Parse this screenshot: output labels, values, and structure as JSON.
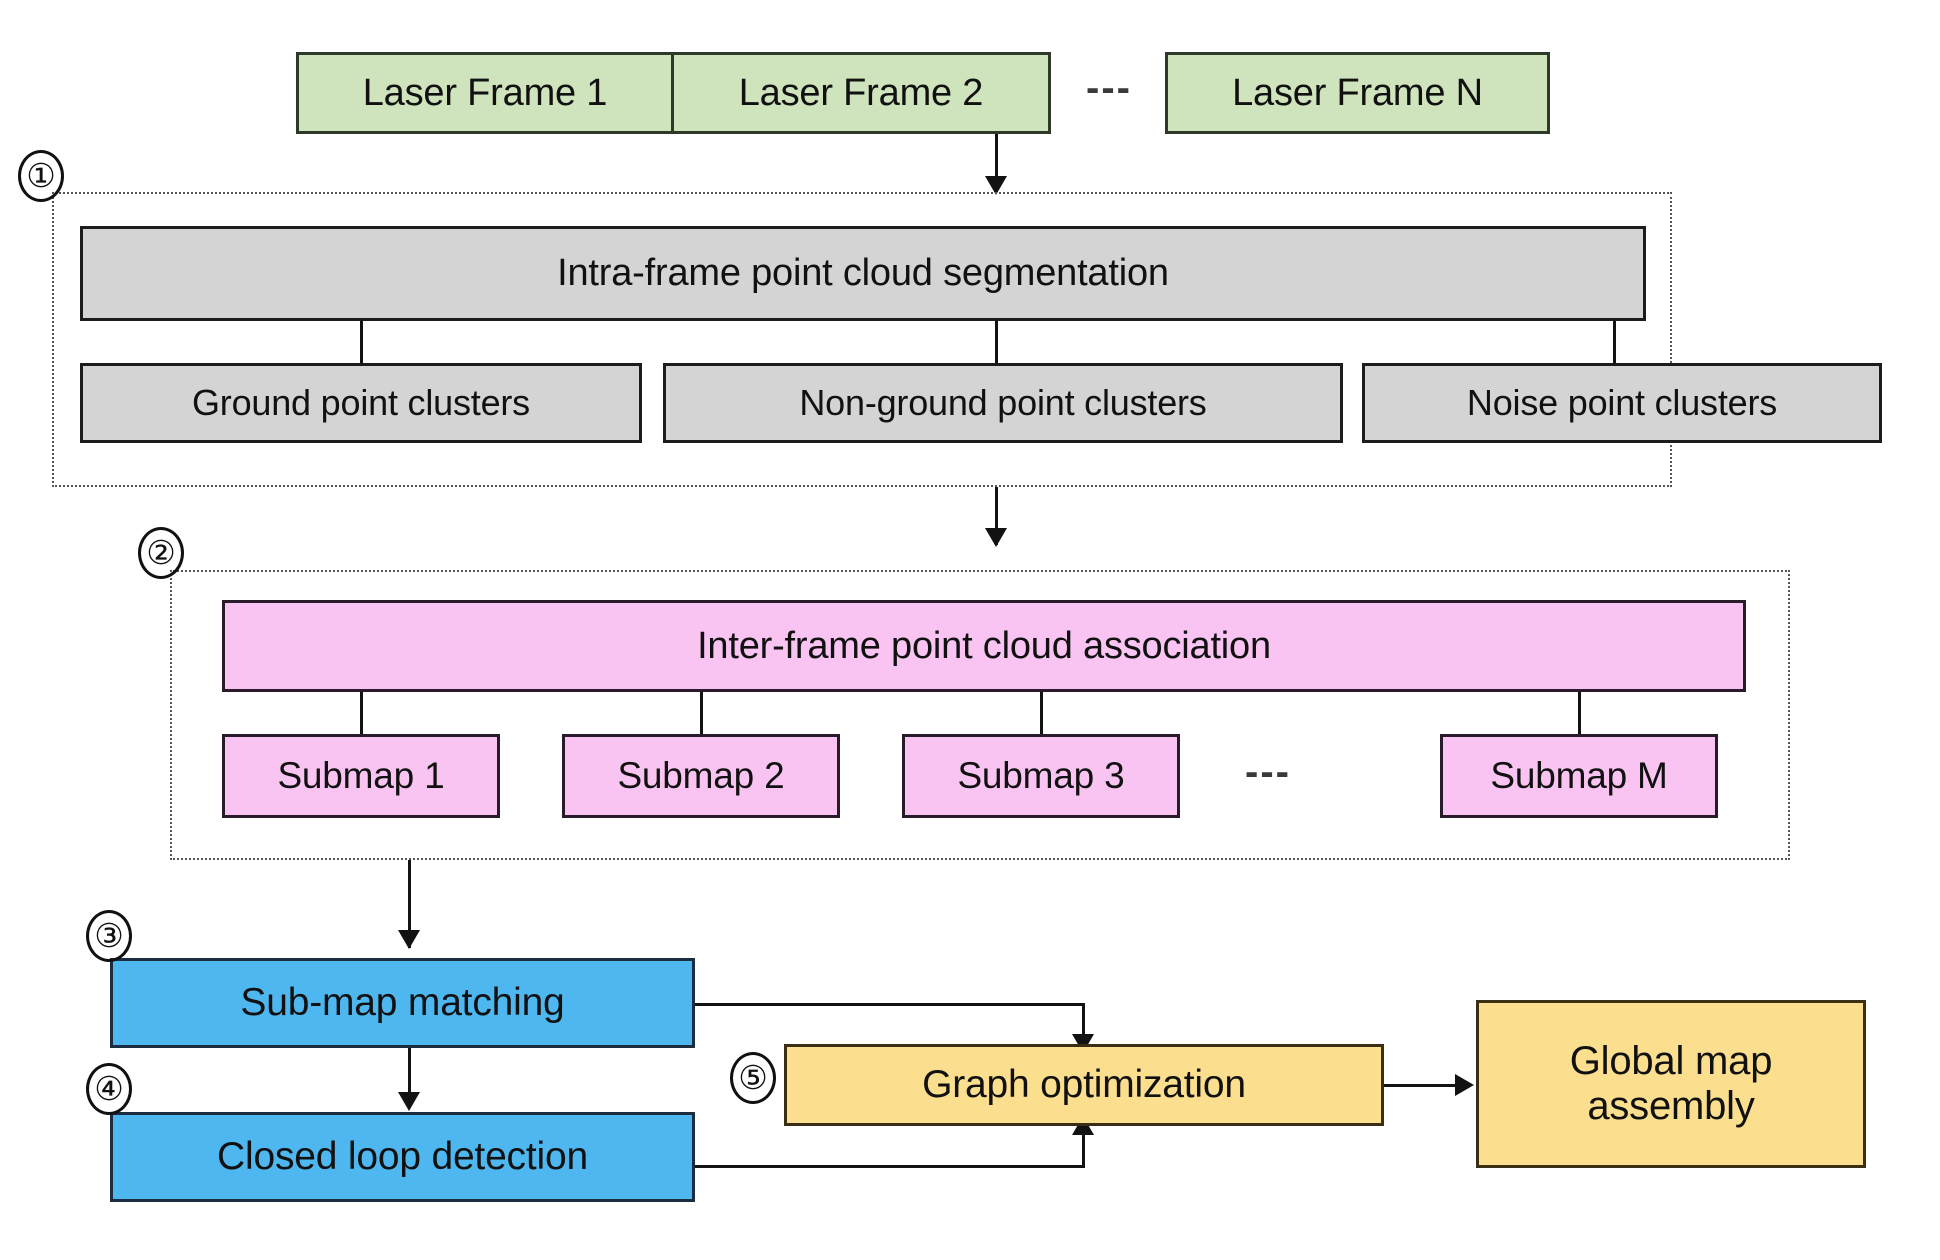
{
  "diagram": {
    "title": "LiDAR SLAM mapping pipeline flowchart",
    "colors": {
      "green": "#cfe4bd",
      "gray": "#d4d4d4",
      "pink": "#f9c4f2",
      "blue": "#4fb7ef",
      "orange": "#fbdf8e",
      "stroke": "#121212"
    },
    "ellipsis": "---",
    "steps": [
      {
        "id": "step-1",
        "marker": "①"
      },
      {
        "id": "step-2",
        "marker": "②"
      },
      {
        "id": "step-3",
        "marker": "③"
      },
      {
        "id": "step-4",
        "marker": "④"
      },
      {
        "id": "step-5",
        "marker": "⑤"
      }
    ],
    "input_frames": [
      {
        "id": "laser-frame-1",
        "label": "Laser Frame 1"
      },
      {
        "id": "laser-frame-2",
        "label": "Laser Frame 2"
      },
      {
        "id": "laser-frame-n",
        "label": "Laser Frame N"
      }
    ],
    "stage1": {
      "header": "Intra-frame point cloud segmentation",
      "outputs": [
        {
          "id": "ground-point-clusters",
          "label": "Ground point clusters"
        },
        {
          "id": "non-ground-point-clusters",
          "label": "Non-ground point clusters"
        },
        {
          "id": "noise-point-clusters",
          "label": "Noise point clusters"
        }
      ]
    },
    "stage2": {
      "header": "Inter-frame point cloud association",
      "outputs": [
        {
          "id": "submap-1",
          "label": "Submap 1"
        },
        {
          "id": "submap-2",
          "label": "Submap 2"
        },
        {
          "id": "submap-3",
          "label": "Submap 3"
        },
        {
          "id": "submap-m",
          "label": "Submap M"
        }
      ]
    },
    "stage3": {
      "id": "sub-map-matching",
      "label": "Sub-map matching"
    },
    "stage4": {
      "id": "closed-loop-detection",
      "label": "Closed loop detection"
    },
    "stage5": {
      "id": "graph-optimization",
      "label": "Graph optimization"
    },
    "output": {
      "id": "global-map-assembly",
      "label": "Global map\nassembly"
    }
  }
}
